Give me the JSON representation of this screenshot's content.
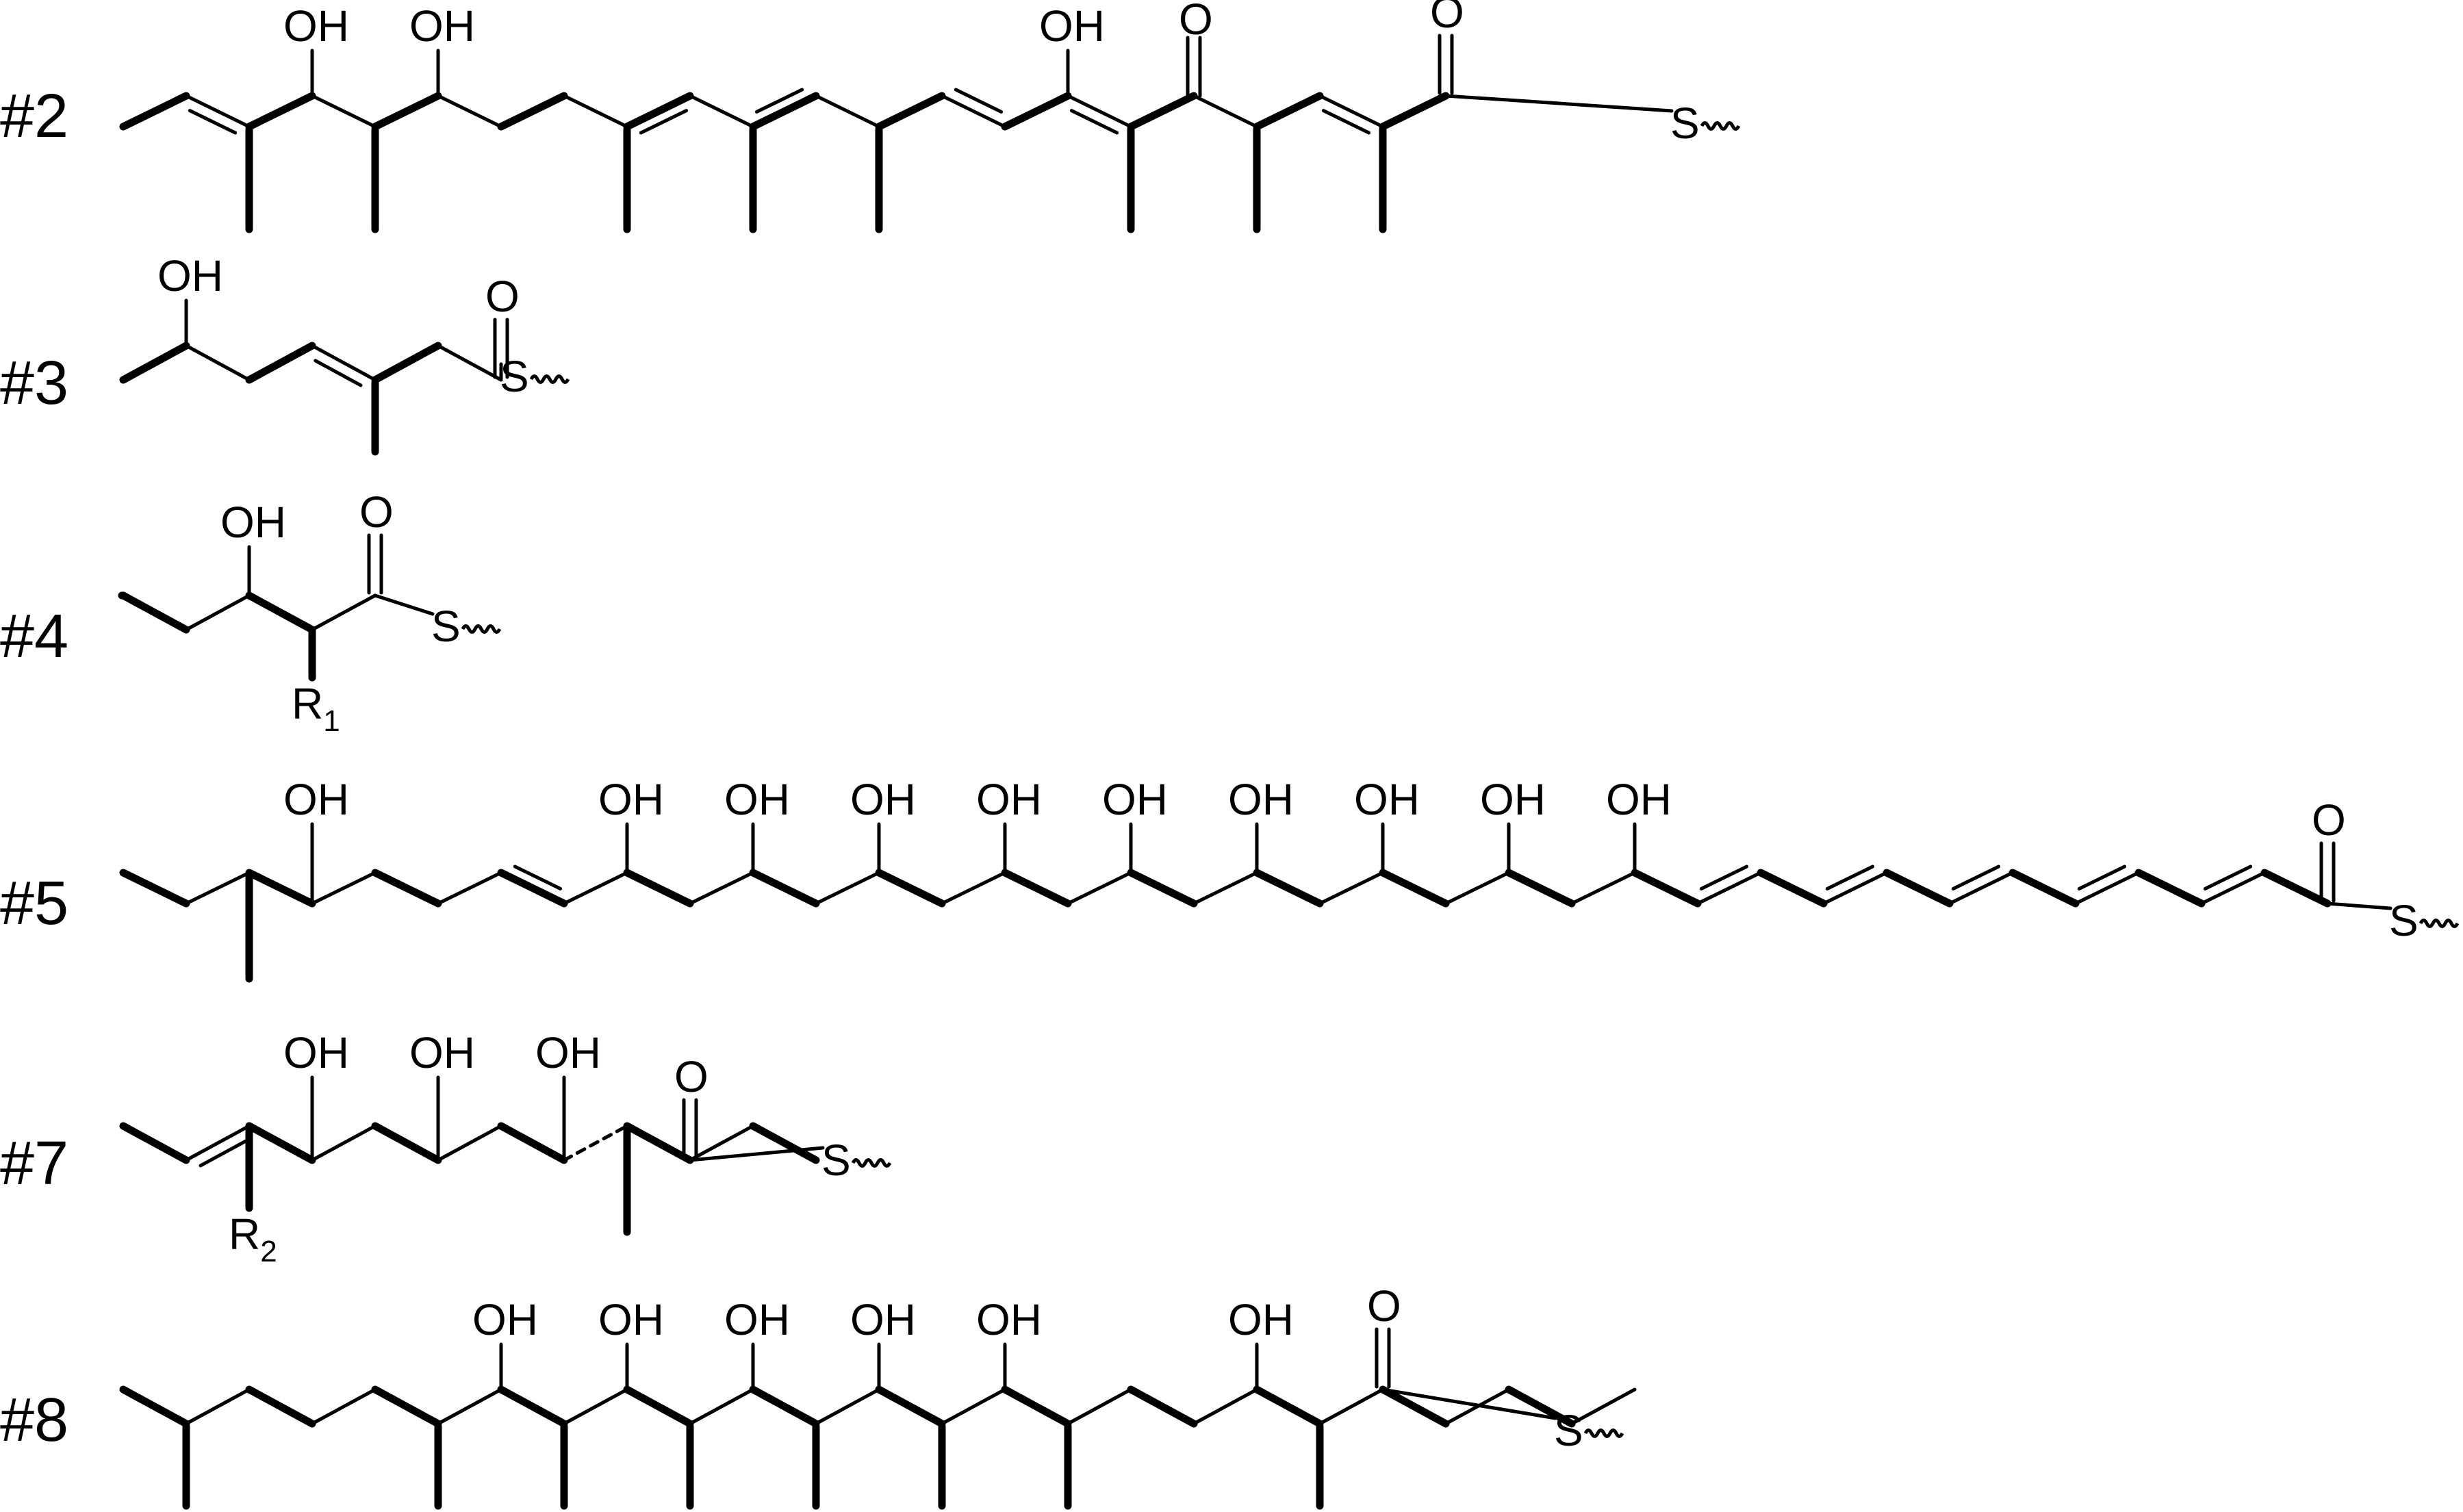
{
  "figure": {
    "rows": [
      {
        "id": "row-2",
        "label": "#2",
        "atoms": [
          "OH",
          "OH",
          "OH",
          "O",
          "O",
          "S"
        ]
      },
      {
        "id": "row-3",
        "label": "#3",
        "atoms": [
          "OH",
          "O",
          "S"
        ]
      },
      {
        "id": "row-4",
        "label": "#4",
        "atoms": [
          "OH",
          "O",
          "S"
        ],
        "substituent": {
          "symbol": "R",
          "subscript": "1"
        }
      },
      {
        "id": "row-5",
        "label": "#5",
        "atoms": [
          "OH",
          "OH",
          "OH",
          "OH",
          "OH",
          "OH",
          "OH",
          "OH",
          "OH",
          "OH",
          "O",
          "S"
        ]
      },
      {
        "id": "row-7",
        "label": "#7",
        "atoms": [
          "OH",
          "OH",
          "OH",
          "O",
          "S"
        ],
        "substituent": {
          "symbol": "R",
          "subscript": "2"
        }
      },
      {
        "id": "row-8",
        "label": "#8",
        "atoms": [
          "OH",
          "OH",
          "OH",
          "OH",
          "OH",
          "OH",
          "O",
          "S"
        ]
      }
    ],
    "colors": {
      "ink": "#000000",
      "background": "#ffffff"
    }
  }
}
